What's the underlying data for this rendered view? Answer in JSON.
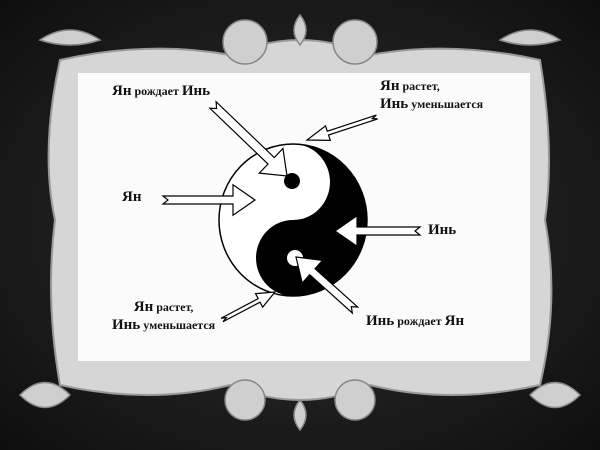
{
  "diagram": {
    "labels": {
      "yang_gives_birth": {
        "a": "Ян",
        "b": "рождает",
        "c": "Инь"
      },
      "top_right": {
        "l1a": "Ян",
        "l1b": "растет,",
        "l2a": "Инь",
        "l2b": "уменьшается"
      },
      "yang": "Ян",
      "yin": "Инь",
      "bottom_left": {
        "l1a": "Ян",
        "l1b": "растет,",
        "l2a": "Инь",
        "l2b": "уменьшается"
      },
      "yin_gives_birth": {
        "a": "Инь",
        "b": "рождает",
        "c": "Ян"
      }
    },
    "colors": {
      "frame": "#d9d9d9",
      "panel": "#fbfbfb",
      "ink": "#000000",
      "background": "#1c1c1c"
    }
  }
}
